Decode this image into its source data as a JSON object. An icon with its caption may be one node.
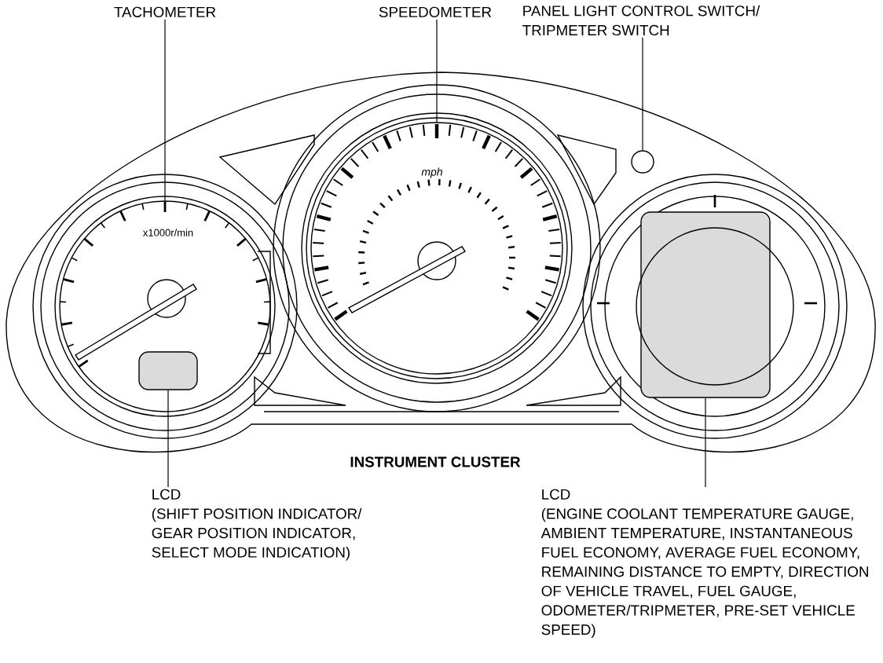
{
  "diagram": {
    "caption": "INSTRUMENT CLUSTER",
    "nodes": [
      {
        "text": [
          "TACHOMETER"
        ]
      },
      {
        "text": [],
        "shape": "circle"
      },
      {
        "text": [
          "SPEEDOMETER"
        ]
      },
      {
        "text": [],
        "shape": "circle"
      },
      {
        "text": [
          "PANEL LIGHT CONTROL SWITCH/ TRIPMETER SWITCH"
        ]
      },
      {
        "text": [],
        "shape": "circle"
      },
      {
        "text": [],
        "shape": "box",
        "in": 1
      },
      {
        "text": [
          "LCD",
          "(SHIFT POSITION INDICATOR/ GEAR POSITION INDICATOR, SELECT MODE INDICATION)"
        ]
      },
      {
        "text": [],
        "shape": "box"
      },
      {
        "text": [
          "LCD",
          "(ENGINE COOLANT TEMPERATURE GAUGE, AMBIENT TEMPERATURE, INSTANTANEOUS FUEL ECONOMY, AVERAGE FUEL ECONOMY, REMAINING DISTANCE TO EMPTY, DIRECTION OF VEHICLE TRAVEL, FUEL GAUGE, ODOMETER/TRIPMETER, PRE-SET VEHICLE SPEED)"
        ]
      }
    ],
    "edges": [
      {
        "from": 0,
        "to": 1,
        "arrow": "none"
      },
      {
        "from": 2,
        "to": 3,
        "arrow": "none"
      },
      {
        "from": 4,
        "to": 5,
        "arrow": "none"
      },
      {
        "from": 7,
        "to": 6,
        "arrow": "none"
      },
      {
        "from": 9,
        "to": 8,
        "arrow": "none"
      }
    ],
    "labels": [
      "mph",
      "x1000r/min"
    ]
  }
}
